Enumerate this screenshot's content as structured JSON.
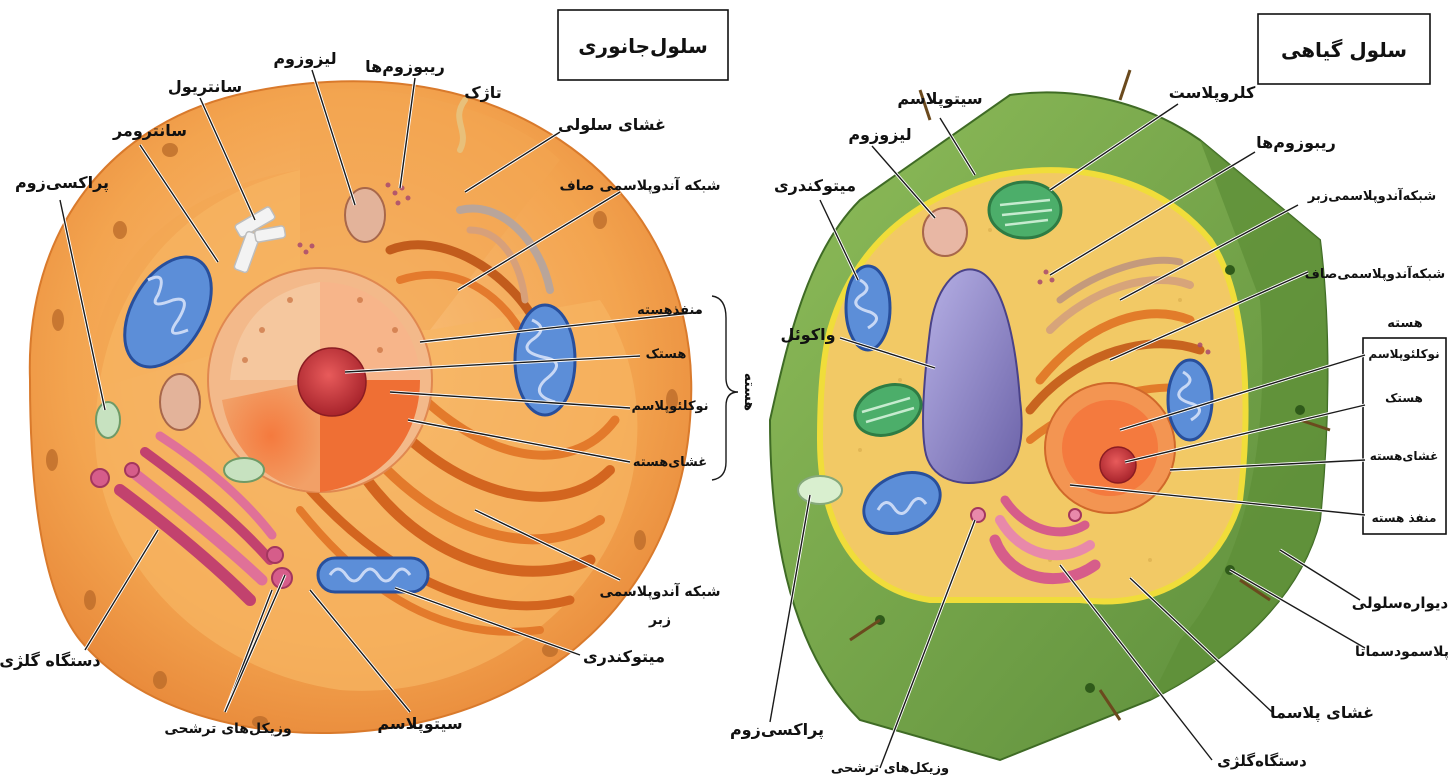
{
  "animal": {
    "title": "سلول‌جانوری",
    "labels": {
      "lysosome": "لیزوزوم",
      "ribosomes": "ریبوزوم‌ها",
      "centriole": "سانتریول",
      "flagellum": "تاژک",
      "centromere": "سانترومر",
      "cell_membrane": "غشای سلولی",
      "peroxisome": "پراکسی‌زوم",
      "smooth_er": "شبکه آندوپلاسمی صاف",
      "nuclear_pore": "منفذهسته",
      "nucleolus": "هستک",
      "nucleoplasm": "نوکلئوپلاسم",
      "nuclear_envelope": "غشای‌هسته",
      "nucleus_bracket": "هسته",
      "rough_er_line1": "شبکه آندوپلاسمی",
      "rough_er_line2": "زبر",
      "mitochondria": "میتوکندری",
      "golgi": "دستگاه گلژی",
      "secretory_vesicles": "وزیکل‌های ترشحی",
      "cytoplasm": "سیتوپلاسم"
    }
  },
  "plant": {
    "title": "سلول گیاهی",
    "labels": {
      "cytoplasm": "سیتوپلاسم",
      "chloroplast": "کلروپلاست",
      "lysosome": "لیزوزوم",
      "ribosomes": "ریبوزوم‌ها",
      "mitochondria": "میتوکندری",
      "rough_er": "شبکه‌آندوپلاسمی‌زبر",
      "smooth_er": "شبکه‌آندوپلاسمی‌صاف",
      "nucleus_heading": "هسته",
      "vacuole": "واکوئل",
      "nucleoplasm": "نوکلئوپلاسم",
      "nucleolus": "هستک",
      "nuclear_envelope": "غشای‌هسته",
      "nuclear_pore": "منفذ هسته",
      "cell_wall": "دیواره‌سلولی",
      "plasmodesmata": "پلاسمودسماتا",
      "plasma_membrane": "غشای پلاسما",
      "peroxisome": "پراکسی‌زوم",
      "golgi": "دستگاه‌گلژی",
      "secretory_vesicles": "وزیکل‌های ترشحی"
    }
  },
  "colors": {
    "animal_cell": "#f2a24b",
    "animal_cytoplasm": "#f7b260",
    "nucleus": "#f48a4a",
    "plant_wall": "#74a64a",
    "plant_cytoplasm": "#f2c965",
    "vacuole": "#8f86c4",
    "chloroplast": "#4cae6a",
    "mitochondria": "#4e7fd0",
    "golgi": "#d8628f"
  }
}
